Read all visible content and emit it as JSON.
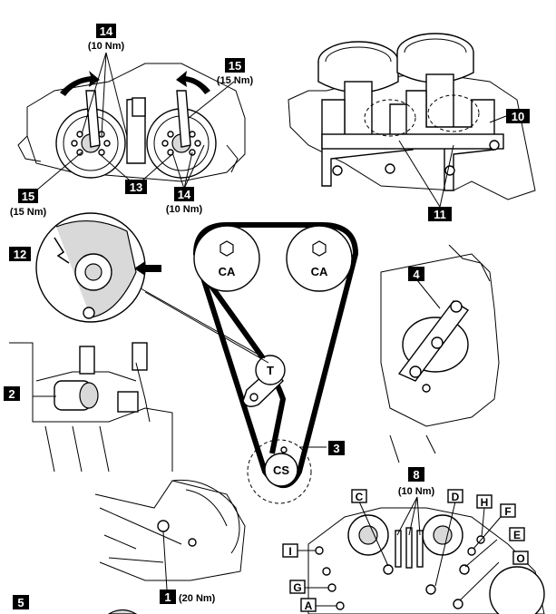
{
  "colors": {
    "ink": "#000000",
    "paper": "#ffffff",
    "label_box": "#000000",
    "shade": "#d9d9d9"
  },
  "callouts": {
    "c1": {
      "num": "1",
      "torque": "(20 Nm)"
    },
    "c2": {
      "num": "2"
    },
    "c3": {
      "num": "3"
    },
    "c4": {
      "num": "4"
    },
    "c5": {
      "num": "5"
    },
    "c10": {
      "num": "10"
    },
    "c11": {
      "num": "11"
    },
    "c12": {
      "num": "12"
    },
    "c13": {
      "num": "13"
    },
    "c14_top": {
      "num": "14",
      "torque": "(10 Nm)"
    },
    "c14_bottom": {
      "num": "14",
      "torque": "(10 Nm)"
    },
    "c15_left": {
      "num": "15",
      "torque": "(15 Nm)"
    },
    "c15_right": {
      "num": "15",
      "torque": "(15 Nm)"
    },
    "c8": {
      "num": "8",
      "torque": "(10 Nm)"
    }
  },
  "pulleys": {
    "ca_left": "CA",
    "ca_right": "CA",
    "tensioner": "T",
    "crank": "CS"
  },
  "bolt_letters": {
    "c": "C",
    "d": "D",
    "h": "H",
    "f": "F",
    "e": "E",
    "o": "O",
    "i": "I",
    "g": "G",
    "a": "A"
  },
  "icons": [
    "arrow-rotation-icon",
    "arrow-push-icon",
    "hex-bolt-icon"
  ]
}
